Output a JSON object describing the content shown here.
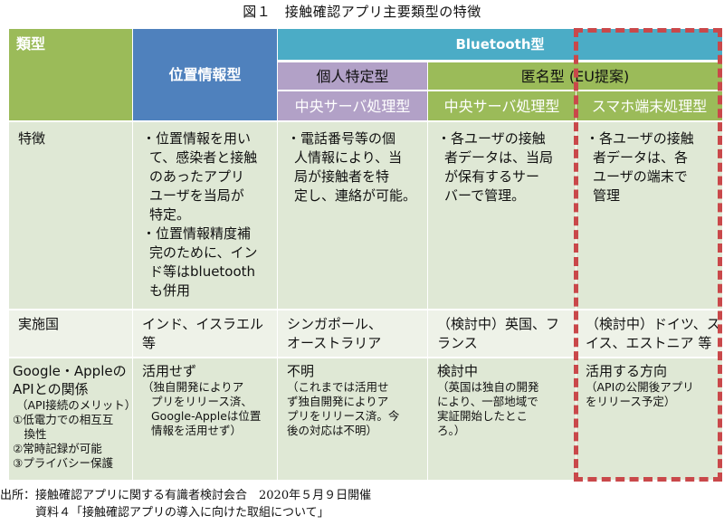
{
  "title": "図１　接触確認アプリ主要類型の特徴",
  "table": {
    "header": {
      "type_label": "類型",
      "location_type": "位置情報型",
      "bluetooth_type": "Bluetooth型",
      "personal_id_type": "個人特定型",
      "anonymous_type": "匿名型 (EU提案)",
      "central_server_1": "中央サーバ処理型",
      "central_server_2": "中央サーバ処理型",
      "device_processing": "スマホ端末処理型"
    },
    "rows": [
      {
        "label": [
          "特徴"
        ],
        "cells": [
          [
            "・位置情報を用い",
            "て、感染者と接触",
            "のあったアプリ",
            "ユーザを当局が",
            "特定。",
            "・位置情報精度補",
            "完のために、イン",
            "ド等はbluetooth",
            "も併用"
          ],
          [
            "・電話番号等の個",
            "人情報により、当",
            "局が接触者を特",
            "定し、連絡が可能。"
          ],
          [
            "・各ユーザの接触",
            "者データは、当局",
            "が保有するサー",
            "バーで管理。"
          ],
          [
            "・各ユーザの接触",
            "者データは、各",
            "ユーザの端末で",
            "管理"
          ]
        ]
      },
      {
        "label": [
          "実施国"
        ],
        "cells": [
          [
            "インド、イスラエル",
            "等"
          ],
          [
            "シンガポール、",
            "オーストラリア"
          ],
          [
            "（検討中）英国、フ",
            "ランス"
          ],
          [
            "（検討中）ドイツ、ス",
            "イス、エストニア 等"
          ]
        ]
      },
      {
        "label_main": [
          "Google・Appleの",
          "APIとの関係"
        ],
        "label_sub": [
          "（API接続のメリット）",
          "①低電力での相互互",
          "　換性",
          "②常時記録が可能",
          "③プライバシー保護"
        ],
        "cells": [
          {
            "head": "活用せず",
            "detail": [
              "（独自開発によりア",
              "プリをリリース済、",
              "Google-Appleは位置",
              "情報を活用せず）"
            ]
          },
          {
            "head": "不明",
            "detail": [
              "（これまでは活用せ",
              "ず独自開発によりア",
              "プリをリリース済。今",
              "後の対応は不明）"
            ]
          },
          {
            "head": "検討中",
            "detail": [
              "（英国は独自の開発",
              "により、一部地域で",
              "実証開始したとこ",
              "ろ。）"
            ]
          },
          {
            "head": "活用する方向",
            "detail": [
              "（APIの公開後アプリ",
              "をリリース予定）"
            ]
          }
        ]
      }
    ]
  },
  "footer": {
    "line1": "出所：接触確認アプリに関する有識者検討会合　2020年５月９日開催",
    "line2": "　　　資料４「接触確認アプリの導入に向けた取組について」"
  },
  "colors": {
    "header_green": "#9bbb59",
    "header_blue": "#4f81bd",
    "header_cyan": "#4bacc6",
    "header_purple": "#b2a1c7",
    "body_green": "#dfe8d5",
    "highlight_dashed": "#c9484a"
  }
}
